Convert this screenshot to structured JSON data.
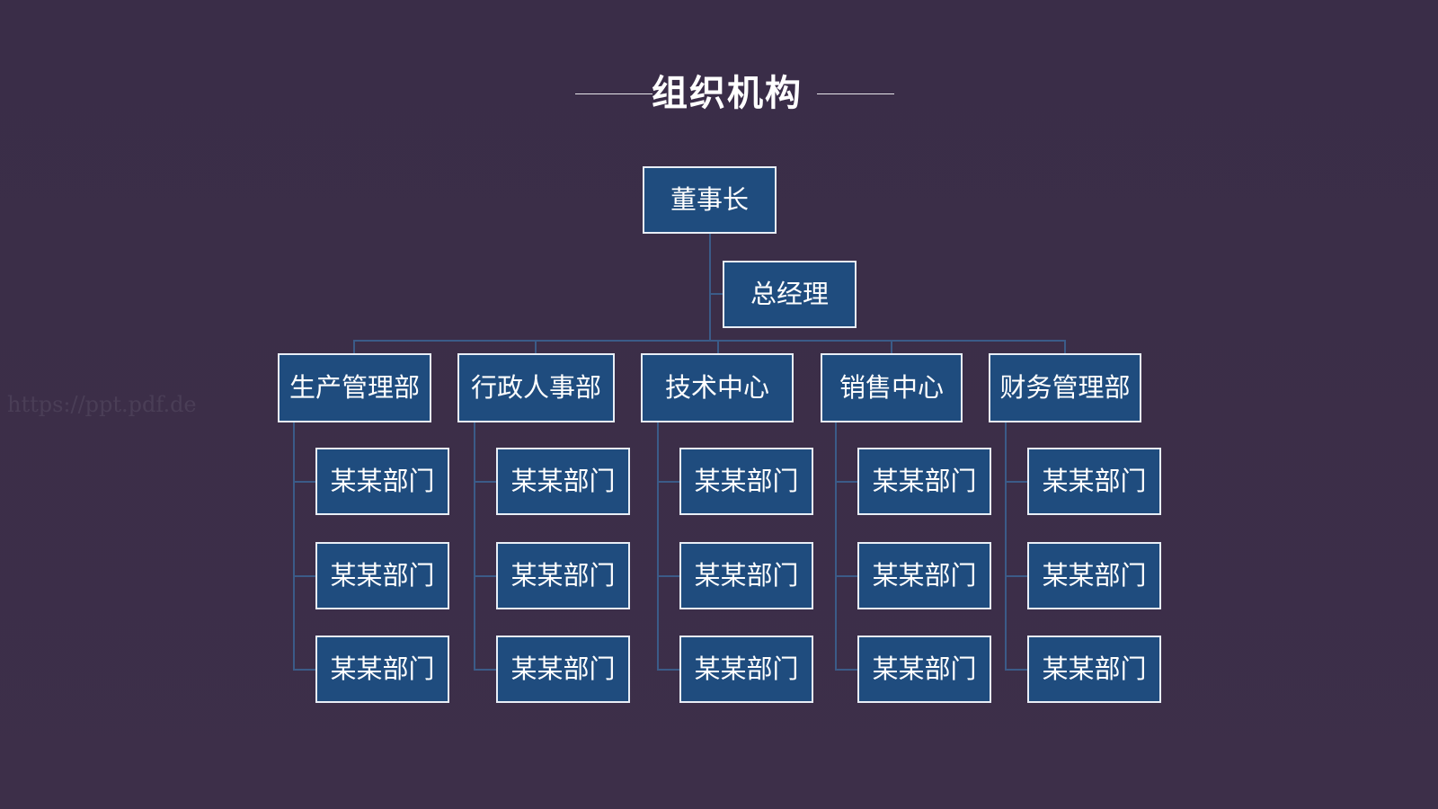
{
  "title": "组织机构",
  "watermark": "https://ppt.pdf.de",
  "chairman": "董事长",
  "general_manager": "总经理",
  "departments": [
    {
      "name": "生产管理部",
      "children": [
        "某某部门",
        "某某部门",
        "某某部门"
      ]
    },
    {
      "name": "行政人事部",
      "children": [
        "某某部门",
        "某某部门",
        "某某部门"
      ]
    },
    {
      "name": "技术中心",
      "children": [
        "某某部门",
        "某某部门",
        "某某部门"
      ]
    },
    {
      "name": "销售中心",
      "children": [
        "某某部门",
        "某某部门",
        "某某部门"
      ]
    },
    {
      "name": "财务管理部",
      "children": [
        "某某部门",
        "某某部门",
        "某某部门"
      ]
    }
  ],
  "colors": {
    "background": "#3b2e47",
    "node_fill": "#1f4c7e",
    "node_border": "#e8eef6",
    "connector": "#3b5b88"
  }
}
